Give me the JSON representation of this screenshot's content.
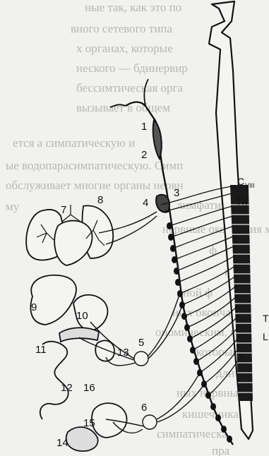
{
  "background_text": [
    "ные так, как это по",
    "вного сетевого типа",
    "х органах, которые",
    "неского — бдинервир",
    "бессимтическая орга",
    "вызывает в общем",
    "ется а  симпатическую и",
    "ые водопарасимпатическую. Симп",
    "обслуживает многие органы нервн",
    "му",
    "лимфатически",
    "нервные окончания  морф",
    "ф",
    "не",
    "иной ф",
    "ных окончаний",
    "ономическим, что",
    "которые",
    "дли",
    "ных нервных",
    "кишечника",
    "симпатическа",
    "пра"
  ],
  "labels": {
    "n1": "1",
    "n2": "2",
    "n3": "3",
    "n4": "4",
    "n5": "5",
    "n6": "6",
    "n7": "7",
    "n8": "8",
    "n9": "9",
    "n10": "10",
    "n11": "11",
    "n12": "12",
    "n13": "13",
    "n14": "14",
    "n15": "15",
    "n16": "16",
    "spine_c": "C",
    "spine_c_sub": "VIII",
    "spine_th": "Th",
    "spine_t2": "T",
    "spine_l": "L"
  },
  "colors": {
    "ink": "#111111",
    "paper": "#f1f1ef",
    "ghost_text": "#b7b7b4"
  }
}
